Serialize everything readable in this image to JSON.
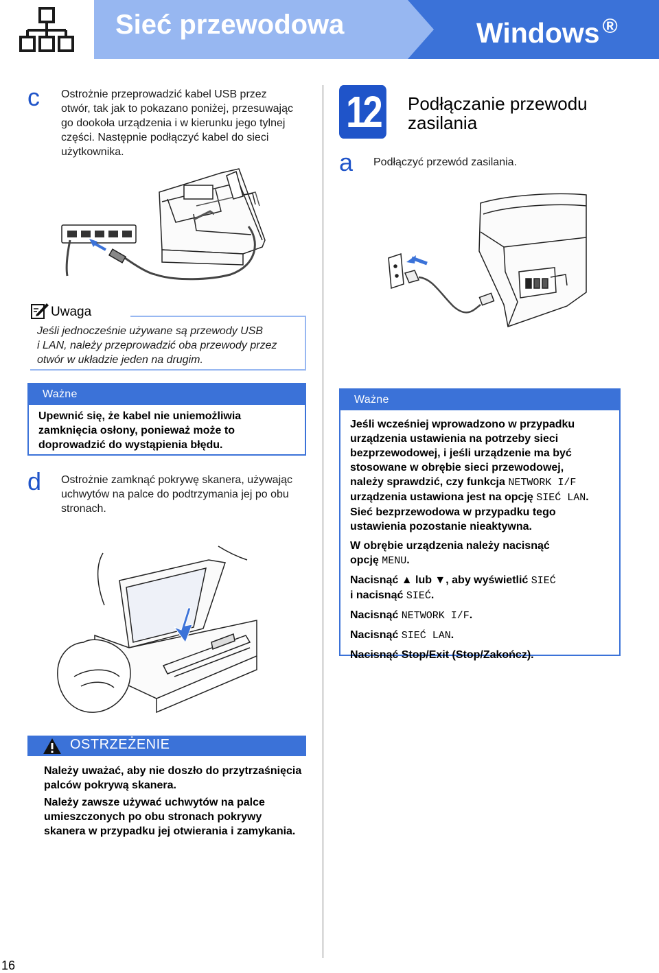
{
  "header": {
    "title": "Sieć przewodowa",
    "os_label": "Windows",
    "os_mark": "®",
    "icon": "network-topology-icon",
    "colors": {
      "light_band": "#97b7f1",
      "dark_band": "#3b72d8",
      "accent": "#1f54c9"
    }
  },
  "left": {
    "step_c": {
      "letter": "c",
      "lines": [
        "Ostrożnie przeprowadzić kabel USB przez",
        "otwór, tak jak to pokazano poniżej, przesuwając",
        "go dookoła urządzenia i w kierunku jego tylnej",
        "części. Następnie podłączyć kabel do sieci",
        "użytkownika."
      ]
    },
    "note": {
      "title": "Uwaga",
      "icon": "note-pencil-icon",
      "lines": [
        "Jeśli jednocześnie używane są przewody USB",
        "i LAN, należy przeprowadzić oba przewody przez",
        "otwór w układzie jeden na drugim."
      ]
    },
    "important": {
      "title": "Ważne",
      "lines": [
        "Upewnić się, że kabel nie uniemożliwia",
        "zamknięcia osłony, ponieważ może to",
        "doprowadzić do wystąpienia błędu."
      ]
    },
    "step_d": {
      "letter": "d",
      "lines": [
        "Ostrożnie zamknąć pokrywę skanera, używając",
        "uchwytów na palce do podtrzymania jej po obu",
        "stronach."
      ]
    },
    "warning": {
      "title": "OSTRZEŻENIE",
      "icon": "warning-triangle-icon",
      "p1_lines": [
        "Należy uważać, aby nie doszło do przytrzaśnięcia",
        "palców pokrywą skanera."
      ],
      "p2_lines": [
        "Należy zawsze używać uchwytów na palce",
        "umieszczonych po obu stronach pokrywy",
        "skanera w przypadku jej otwierania i zamykania."
      ]
    }
  },
  "right": {
    "step_number": "12",
    "step_title_line1": "Podłączanie przewodu",
    "step_title_line2": "zasilania",
    "step_a": {
      "letter": "a",
      "text": "Podłączyć przewód zasilania."
    },
    "important": {
      "title": "Ważne",
      "p1": {
        "l1": "Jeśli wcześniej wprowadzono w przypadku",
        "l2": "urządzenia ustawienia na potrzeby sieci",
        "l3": "bezprzewodowej, i jeśli urządzenie ma być",
        "l4": "stosowane w obrębie sieci przewodowej,",
        "l5a": "należy sprawdzić, czy funkcja ",
        "l5m": "NETWORK I/F",
        "l6a": "urządzenia ustawiona jest na opcję ",
        "l6m": "SIEĆ LAN",
        "l6b": ".",
        "l7": "Sieć bezprzewodowa w przypadku tego",
        "l8": "ustawienia pozostanie nieaktywna."
      },
      "p2": {
        "l1": "W obrębie urządzenia należy nacisnąć",
        "l2a": "opcję ",
        "l2m": "MENU",
        "l2b": "."
      },
      "p3": {
        "l1a": "Nacisnąć ▲ lub ▼, aby wyświetlić ",
        "l1m": "SIEĆ",
        "l2a": "i nacisnąć ",
        "l2m": "SIEĆ",
        "l2b": "."
      },
      "p4": {
        "a": "Nacisnąć ",
        "m": "NETWORK I/F",
        "b": "."
      },
      "p5": {
        "a": "Nacisnąć ",
        "m": "SIEĆ LAN",
        "b": "."
      },
      "p6": {
        "text": "Nacisnąć Stop/Exit (Stop/Zakończ)."
      }
    }
  },
  "footer": {
    "page_number": "16"
  }
}
